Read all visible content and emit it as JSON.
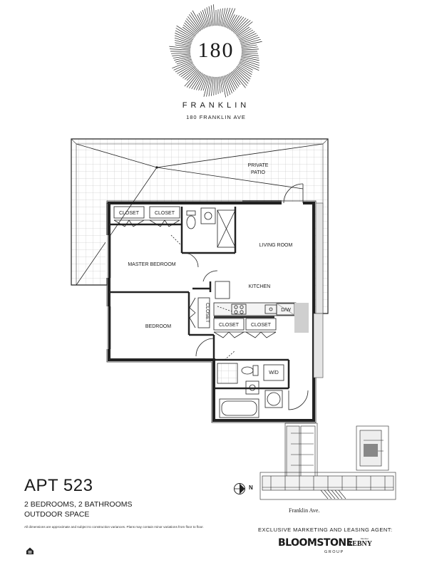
{
  "header": {
    "logo_number": "180",
    "brand_name": "FRANKLIN",
    "address": "180 FRANKLIN AVE"
  },
  "floorplan": {
    "rooms": {
      "private_patio_1": "PRIVATE",
      "private_patio_2": "PATIO",
      "living_room": "LIVING ROOM",
      "kitchen": "KITCHEN",
      "master_bedroom": "MASTER BEDROOM",
      "bedroom": "BEDROOM",
      "closet": "CLOSET",
      "dishwasher": "D/W",
      "washer_dryer": "W/D"
    }
  },
  "apartment": {
    "title": "APT 523",
    "bedrooms_bathrooms": "2 BEDROOMS, 2 BATHROOMS",
    "outdoor": "OUTDOOR SPACE",
    "disclaimer": "All dimensions are approximate and subject to construction variances. Plans may contain minor variations from floor to floor."
  },
  "keyplan": {
    "compass_label": "N",
    "street_label": "Franklin Ave."
  },
  "agent": {
    "label": "EXCLUSIVE MARKETING AND LEASING AGENT:",
    "company": "BLOOMSTONE",
    "company_sub": "GROUP",
    "rebny": "REBNY",
    "rebny_member": "Member"
  }
}
